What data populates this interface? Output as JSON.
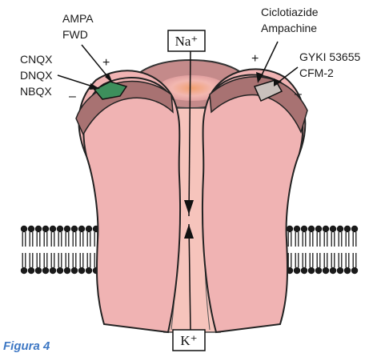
{
  "figure": {
    "caption": "Figura 4",
    "labels": {
      "top_left": [
        "AMPA",
        "FWD"
      ],
      "left": [
        "CNQX",
        "DNQX",
        "NBQX"
      ],
      "top_right": [
        "Ciclotiazide",
        "Ampachine"
      ],
      "right": [
        "GYKI 53655",
        "CFM-2"
      ],
      "sign_plus": "+",
      "sign_minus": "–"
    },
    "ions": {
      "top": "Na⁺",
      "bottom": "K⁺"
    },
    "colors": {
      "channel_body": "#f0b3b3",
      "channel_rim": "#a87272",
      "pore": "#f6c4bc",
      "agonist_site": "#3d8f5c",
      "modulator_site": "#c9c0bc",
      "membrane": "#1a1a1a",
      "caption": "#3e78c4"
    }
  }
}
